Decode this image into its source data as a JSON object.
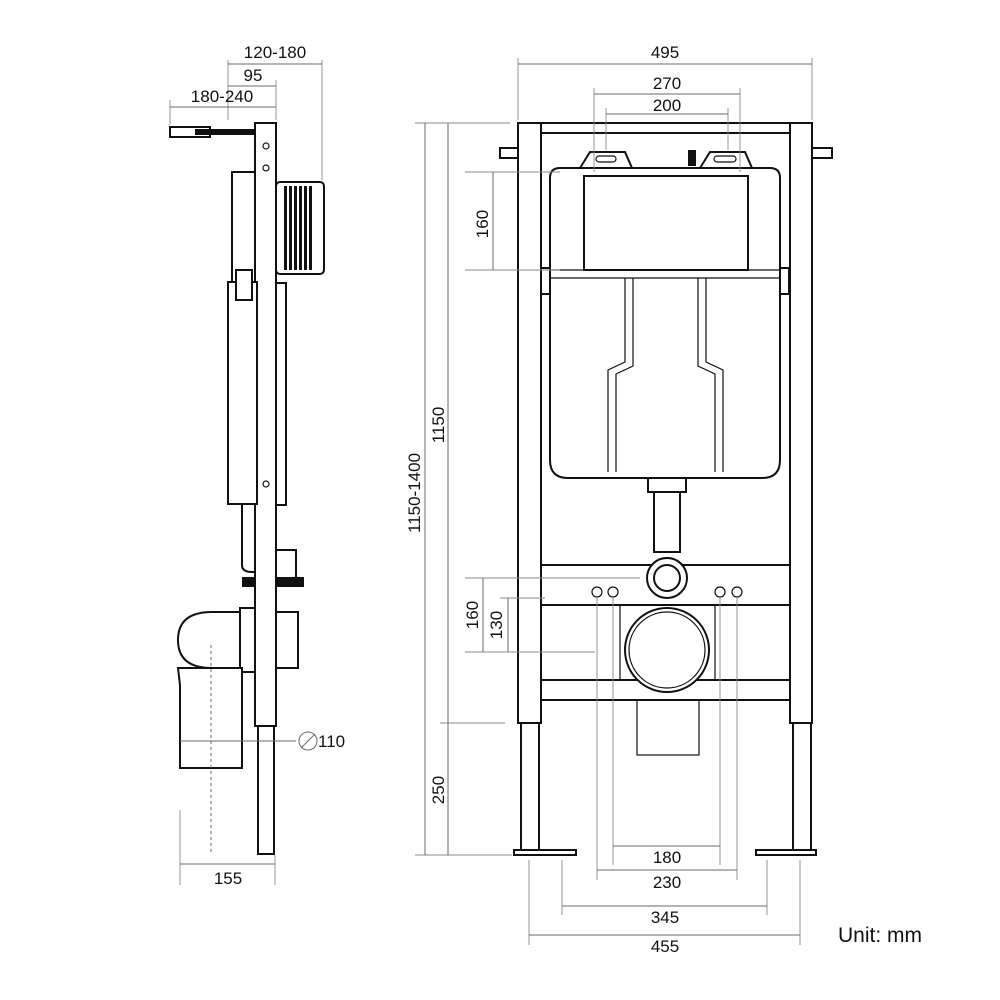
{
  "side_view": {
    "dim_top_range": "120-180",
    "dim_top_95": "95",
    "dim_depth_range": "180-240",
    "dim_pipe_diameter": "110",
    "dim_bottom_155": "155"
  },
  "front_view": {
    "dim_width_495": "495",
    "dim_270": "270",
    "dim_200": "200",
    "dim_160_top": "160",
    "dim_height_1150": "1150",
    "dim_height_range": "1150-1400",
    "dim_160_mid": "160",
    "dim_130": "130",
    "dim_250": "250",
    "dim_180": "180",
    "dim_230": "230",
    "dim_345": "345",
    "dim_455": "455"
  },
  "unit_label": "Unit: mm"
}
